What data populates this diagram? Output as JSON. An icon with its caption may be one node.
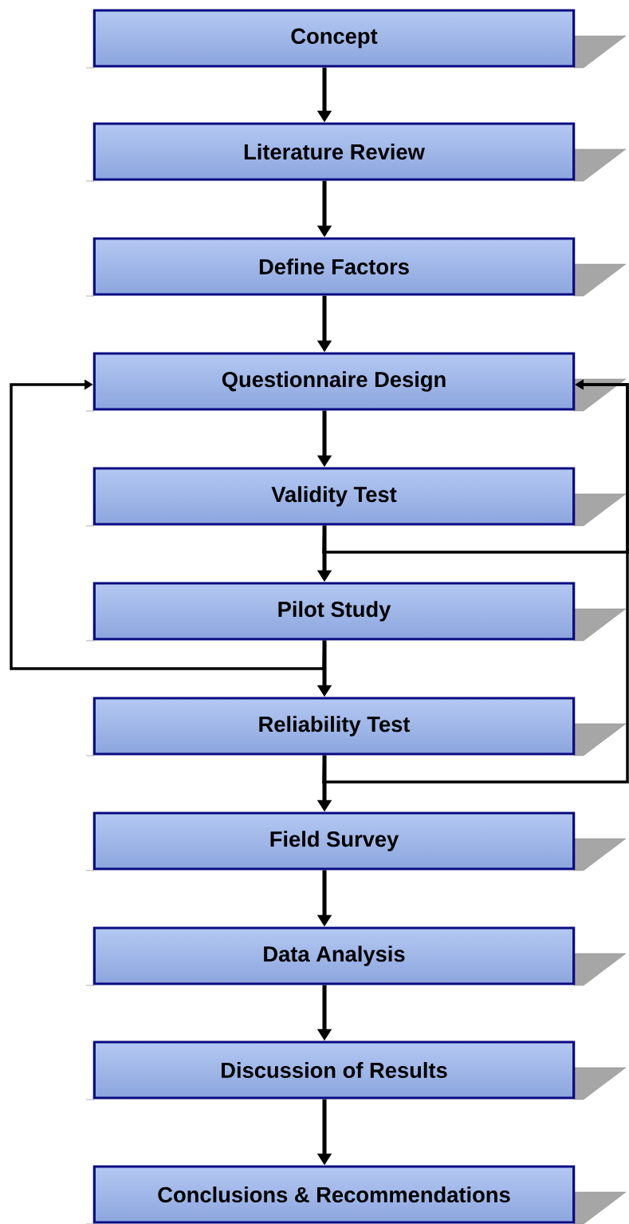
{
  "diagram": {
    "nodes": [
      {
        "text": [
          "Concept"
        ]
      },
      {
        "text": [
          "Literature Review"
        ]
      },
      {
        "text": [
          "Define Factors"
        ]
      },
      {
        "text": [
          "Questionnaire Design"
        ]
      },
      {
        "text": [
          "Validity Test"
        ]
      },
      {
        "text": [
          "Pilot Study"
        ]
      },
      {
        "text": [
          "Reliability Test"
        ]
      },
      {
        "text": [
          "Field Survey"
        ]
      },
      {
        "text": [
          "Data Analysis"
        ]
      },
      {
        "text": [
          "Discussion of Results"
        ]
      },
      {
        "text": [
          "Conclusions & Recommendations"
        ]
      }
    ],
    "edges": [
      {
        "from": 0,
        "to": 1,
        "arrow": "to"
      },
      {
        "from": 1,
        "to": 2,
        "arrow": "to"
      },
      {
        "from": 2,
        "to": 3,
        "arrow": "to"
      },
      {
        "from": 3,
        "to": 4,
        "arrow": "to"
      },
      {
        "from": 4,
        "to": 5,
        "arrow": "to"
      },
      {
        "from": 5,
        "to": 6,
        "arrow": "to"
      },
      {
        "from": 6,
        "to": 7,
        "arrow": "to"
      },
      {
        "from": 7,
        "to": 8,
        "arrow": "to"
      },
      {
        "from": 8,
        "to": 9,
        "arrow": "to"
      },
      {
        "from": 9,
        "to": 10,
        "arrow": "to"
      },
      {
        "from": 5,
        "to": 3,
        "arrow": "to"
      },
      {
        "from": 4,
        "to": 3,
        "arrow": "to"
      },
      {
        "from": 6,
        "to": 3,
        "arrow": "to"
      }
    ]
  }
}
